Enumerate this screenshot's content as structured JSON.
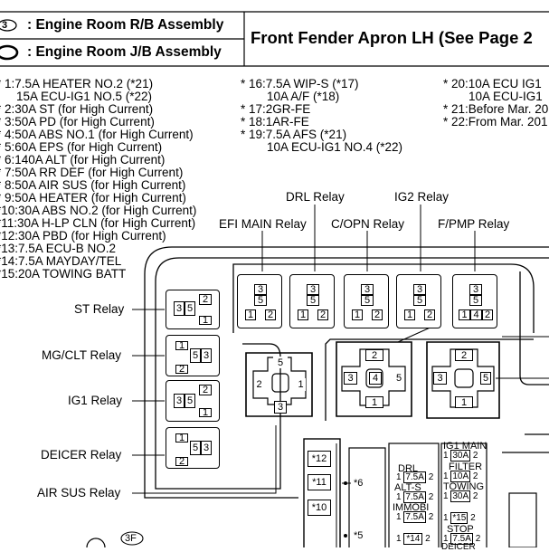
{
  "header": {
    "rb_marker": "3",
    "rb_label": ": Engine Room R/B Assembly",
    "jb_label": ": Engine Room J/B Assembly",
    "title": "Front Fender Apron LH (See Page 2"
  },
  "fuse_notes": {
    "col1": [
      "* 1:7.5A HEATER NO.2 (*21)",
      "15A ECU-IG1 NO.5 (*22)",
      "* 2:30A ST (for High Current)",
      "* 3:50A PD (for High Current)",
      "* 4:50A ABS NO.1 (for High Current)",
      "* 5:60A EPS (for High Current)",
      "* 6:140A ALT (for High Current)",
      "* 7:50A RR DEF (for High Current)",
      "* 8:50A AIR SUS (for High Current)",
      "* 9:50A HEATER (for High Current)",
      "*10:30A ABS NO.2 (for High Current)",
      "*11:30A H-LP CLN (for High Current)",
      "*12:30A PBD (for High Current)",
      "*13:7.5A ECU-B NO.2",
      "*14:7.5A MAYDAY/TEL",
      "*15:20A TOWING BATT"
    ],
    "col2": [
      "* 16:7.5A WIP-S (*17)",
      "10A A/F (*18)",
      "* 17:2GR-FE",
      "* 18:1AR-FE",
      "* 19:7.5A AFS (*21)",
      "10A ECU-IG1 NO.4 (*22)"
    ],
    "col3": [
      "* 20:10A ECU IG1",
      "10A ECU-IG1",
      "* 21:Before Mar. 20",
      "* 22:From Mar. 201"
    ]
  },
  "relays": {
    "drl": "DRL Relay",
    "ig2": "IG2 Relay",
    "efi_main": "EFI MAIN Relay",
    "copn": "C/OPN Relay",
    "fpmp": "F/PMP Relay",
    "st": "ST Relay",
    "mgclt": "MG/CLT Relay",
    "ig1": "IG1 Relay",
    "deicer": "DEICER Relay",
    "air_sus": "AIR SUS Relay"
  },
  "pins": {
    "p1": "1",
    "p2": "2",
    "p3": "3",
    "p4": "4",
    "p5": "5"
  },
  "fuses": {
    "f12": "*12",
    "f11": "*11",
    "f10": "*10",
    "f6": "*6",
    "f5": "*5",
    "drl": "DRL",
    "alts": "ALT-S",
    "immobi": "IMMOBI",
    "v75a": "7.5A",
    "f14": "*14",
    "ig1main": "IG1 MAIN",
    "filter": "FILTER",
    "towing": "TOWING",
    "stop": "STOP",
    "deicer": "DEICER",
    "v10a": "10A",
    "v30a": "30A",
    "f15": "*15",
    "c3f": "3F"
  }
}
